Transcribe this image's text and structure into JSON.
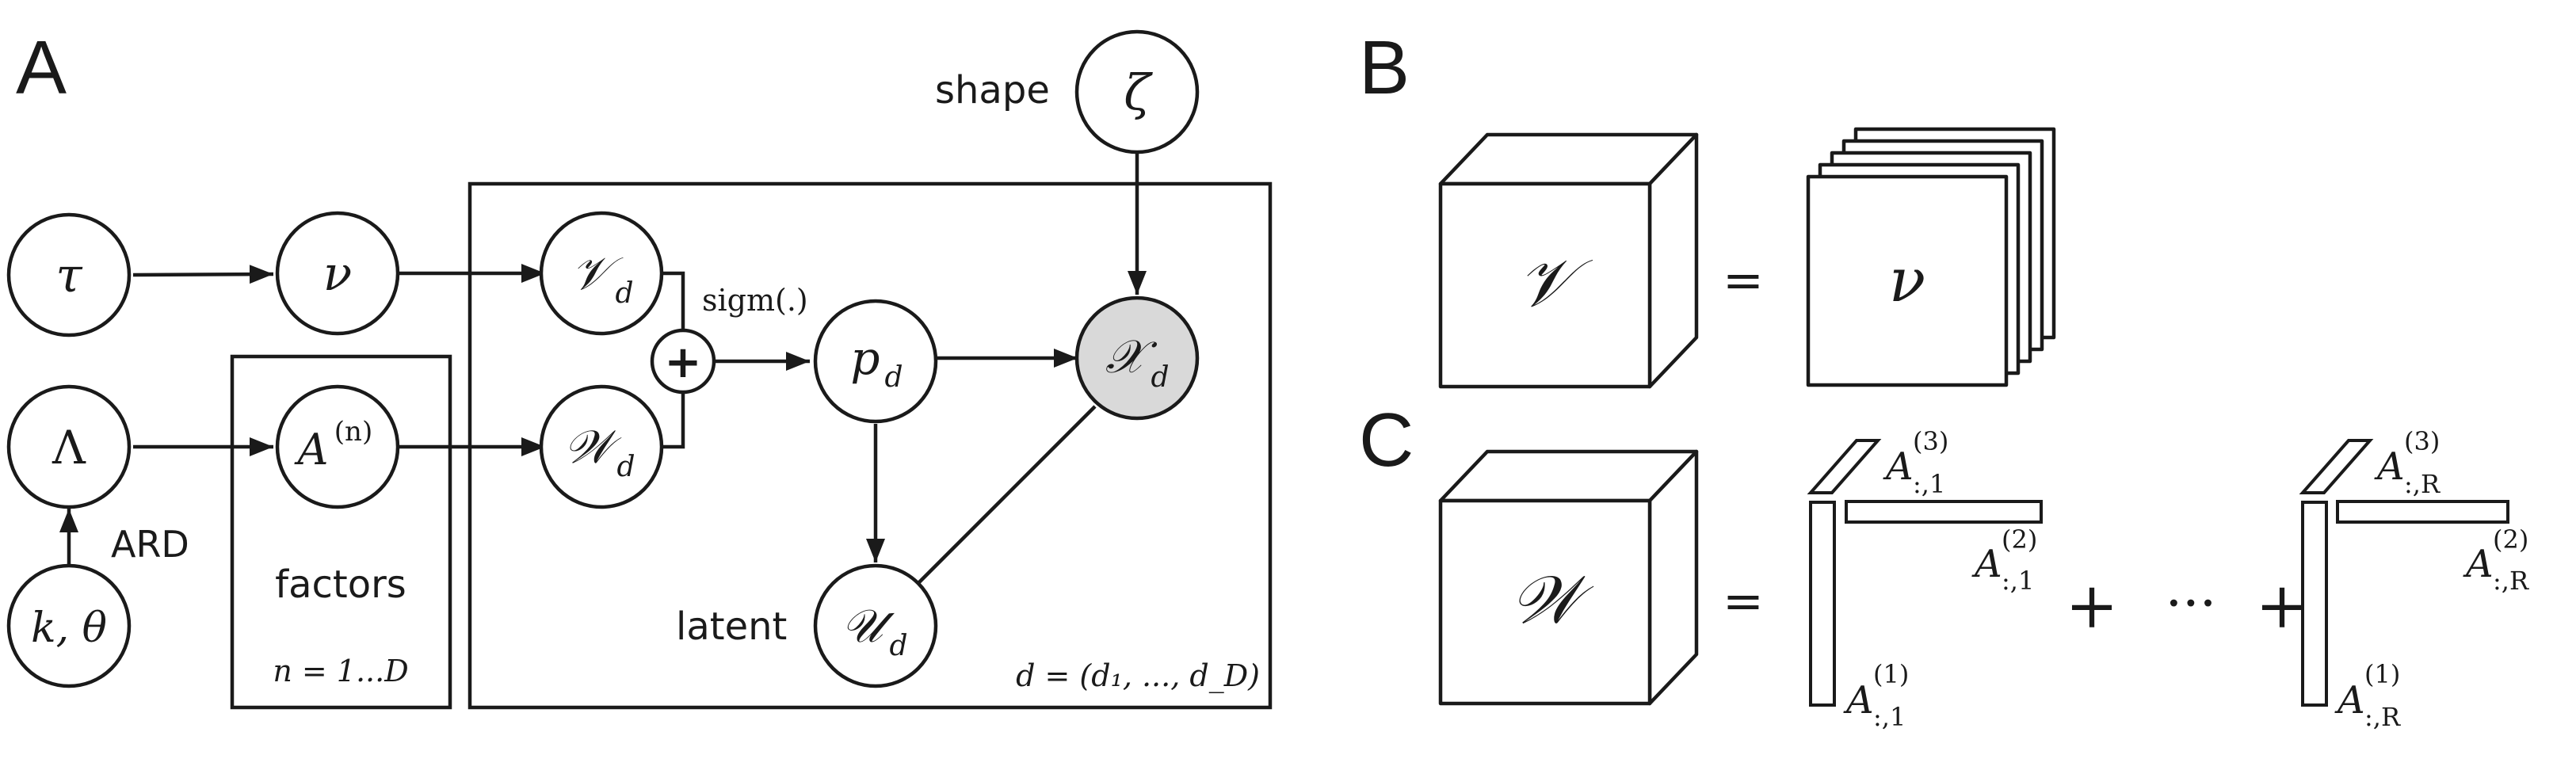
{
  "panels": {
    "a_label": "A",
    "b_label": "B",
    "c_label": "C"
  },
  "nodes": {
    "tau": "τ",
    "nu": "ν",
    "lambda": "Λ",
    "k_theta": "k, θ",
    "A_n_base": "A",
    "A_n_sup": "(n)",
    "V_d_base": "𝒱",
    "V_d_sub": "d",
    "W_d_base": "𝒲",
    "W_d_sub": "d",
    "p_d_base": "p",
    "p_d_sub": "d",
    "X_d_base": "𝒳",
    "X_d_sub": "d",
    "U_d_base": "𝒰",
    "U_d_sub": "d",
    "zeta": "ζ",
    "plus": "+"
  },
  "labels": {
    "shape": "shape",
    "ard": "ARD",
    "factors": "factors",
    "latent": "latent",
    "sigm": "sigm(.)",
    "factors_plate": "n = 1...D",
    "data_plate": "d = (d₁, ..., d_D)"
  },
  "panel_b": {
    "cube_symbol": "𝒱",
    "equals": "=",
    "stack_symbol": "ν"
  },
  "panel_c": {
    "cube_symbol": "𝒲",
    "equals": "=",
    "plus1": "+",
    "dots": "···",
    "plus2": "+",
    "A_base": "A",
    "A3_1_sup": "(3)",
    "A3_1_sub": ":,1",
    "A2_1_sup": "(2)",
    "A2_1_sub": ":,1",
    "A1_1_sup": "(1)",
    "A1_1_sub": ":,1",
    "A3_R_sup": "(3)",
    "A3_R_sub": ":,R",
    "A2_R_sup": "(2)",
    "A2_R_sub": ":,R",
    "A1_R_sup": "(1)",
    "A1_R_sub": ":,R"
  }
}
